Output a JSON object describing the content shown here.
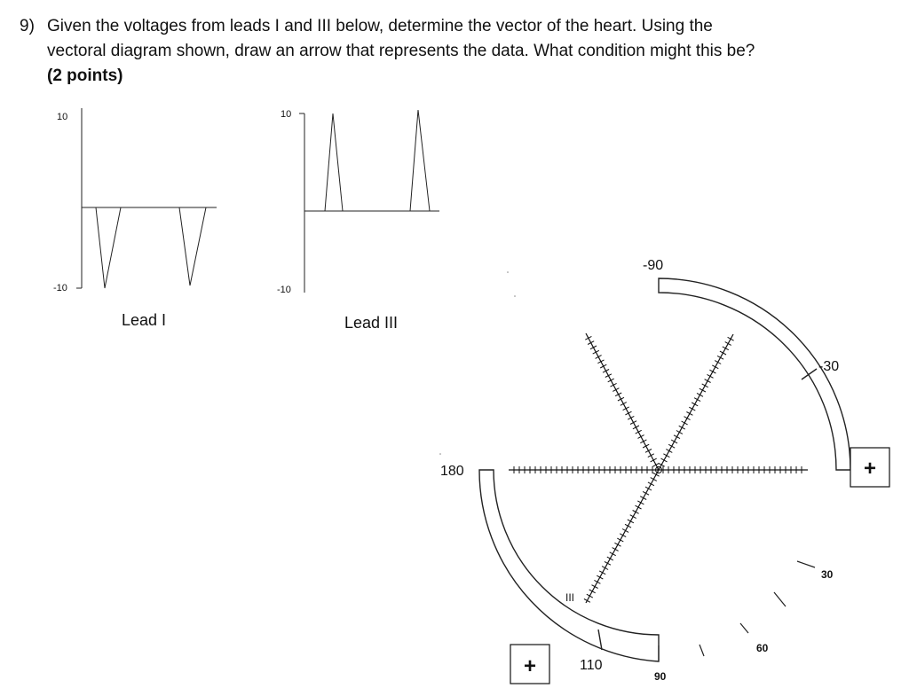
{
  "question": {
    "number": "9)",
    "line1": "Given the voltages from leads I and III below, determine the vector of the heart. Using the",
    "line2": "vectoral diagram shown, draw an arrow that represents the data. What condition might this be?",
    "points": "(2 points)"
  },
  "lead_i": {
    "ymax_label": "10",
    "ymin_label": "-10",
    "name": "Lead I"
  },
  "lead_iii": {
    "ymax_label": "10",
    "ymin_label": "-10",
    "name": "Lead III"
  },
  "vector_diagram": {
    "label_minus90": "-90",
    "label_minus30": "-30",
    "label_180": "180",
    "label_30": "30",
    "label_60": "60",
    "label_90": "90",
    "label_110": "110",
    "axis_label_iii": "III",
    "plus_right": "+",
    "plus_bottom": "+"
  }
}
